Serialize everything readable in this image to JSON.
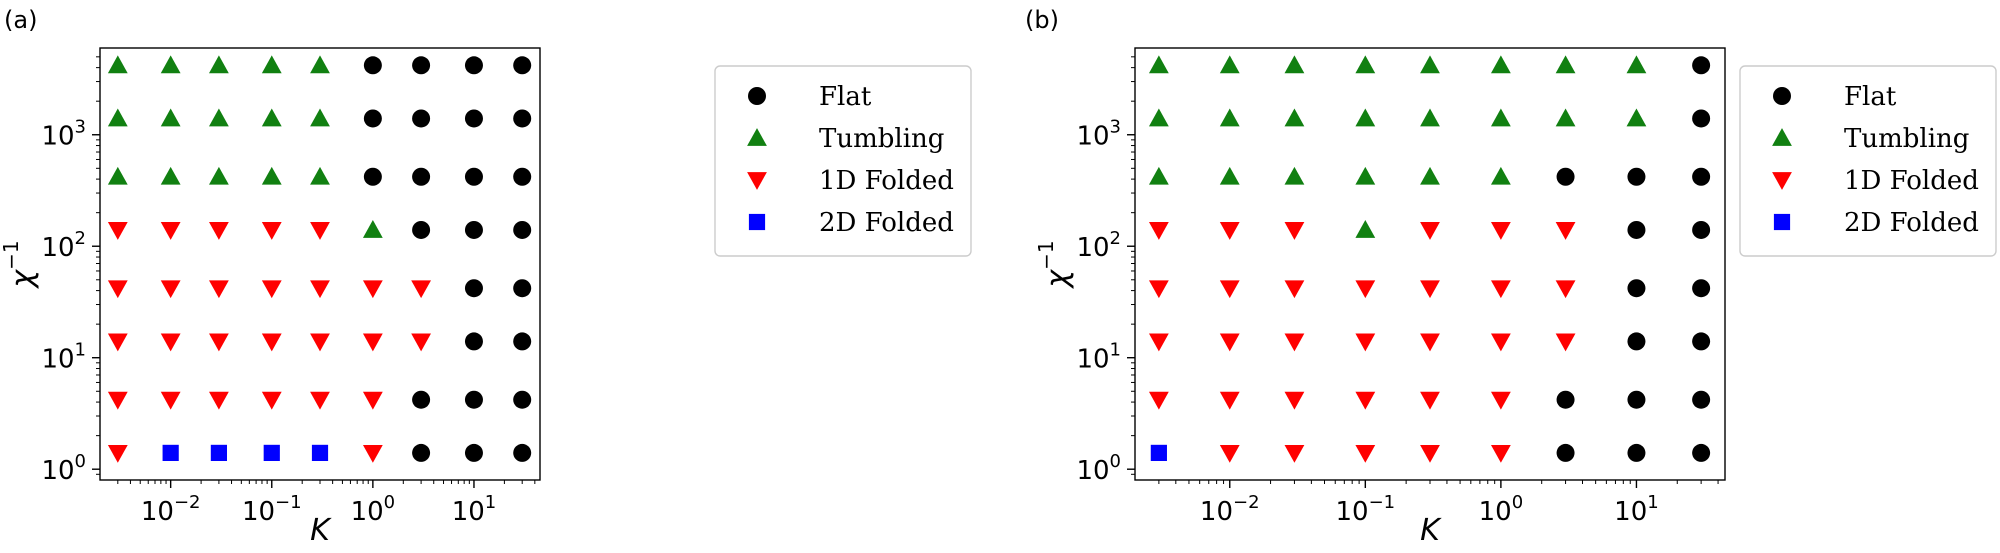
{
  "colors": {
    "Flat": "#000000",
    "Tumbling": "#118011",
    "1D Folded": "#ff0000",
    "2D Folded": "#0000ff"
  },
  "legend": [
    "Flat",
    "Tumbling",
    "1D Folded",
    "2D Folded"
  ],
  "chart_data": [
    {
      "type": "scatter",
      "panel": "(a)",
      "xlabel": "K",
      "ylabel": "χ",
      "ylabel_sup": "−1",
      "xscale": "log",
      "yscale": "log",
      "xlim": [
        0.002,
        45
      ],
      "ylim": [
        0.8,
        6000
      ],
      "xticks": [
        {
          "v": 0.01,
          "b": "10",
          "e": "−2"
        },
        {
          "v": 0.1,
          "b": "10",
          "e": "−1"
        },
        {
          "v": 1,
          "b": "10",
          "e": "0"
        },
        {
          "v": 10,
          "b": "10",
          "e": "1"
        }
      ],
      "yticks": [
        {
          "v": 1,
          "b": "10",
          "e": "0"
        },
        {
          "v": 10,
          "b": "10",
          "e": "1"
        },
        {
          "v": 100,
          "b": "10",
          "e": "2"
        },
        {
          "v": 1000,
          "b": "10",
          "e": "3"
        }
      ],
      "legend_position": "outside-right-top",
      "x": [
        0.003,
        0.01,
        0.03,
        0.1,
        0.3,
        1,
        3,
        10,
        30
      ],
      "y": [
        1.4,
        4.2,
        14,
        42,
        140,
        420,
        1400,
        4200
      ],
      "grid": [
        [
          "1D Folded",
          "2D Folded",
          "2D Folded",
          "2D Folded",
          "2D Folded",
          "1D Folded",
          "Flat",
          "Flat",
          "Flat"
        ],
        [
          "1D Folded",
          "1D Folded",
          "1D Folded",
          "1D Folded",
          "1D Folded",
          "1D Folded",
          "Flat",
          "Flat",
          "Flat"
        ],
        [
          "1D Folded",
          "1D Folded",
          "1D Folded",
          "1D Folded",
          "1D Folded",
          "1D Folded",
          "1D Folded",
          "Flat",
          "Flat"
        ],
        [
          "1D Folded",
          "1D Folded",
          "1D Folded",
          "1D Folded",
          "1D Folded",
          "1D Folded",
          "1D Folded",
          "Flat",
          "Flat"
        ],
        [
          "1D Folded",
          "1D Folded",
          "1D Folded",
          "1D Folded",
          "1D Folded",
          "Tumbling",
          "Flat",
          "Flat",
          "Flat"
        ],
        [
          "Tumbling",
          "Tumbling",
          "Tumbling",
          "Tumbling",
          "Tumbling",
          "Flat",
          "Flat",
          "Flat",
          "Flat"
        ],
        [
          "Tumbling",
          "Tumbling",
          "Tumbling",
          "Tumbling",
          "Tumbling",
          "Flat",
          "Flat",
          "Flat",
          "Flat"
        ],
        [
          "Tumbling",
          "Tumbling",
          "Tumbling",
          "Tumbling",
          "Tumbling",
          "Flat",
          "Flat",
          "Flat",
          "Flat"
        ]
      ]
    },
    {
      "type": "scatter",
      "panel": "(b)",
      "xlabel": "K",
      "ylabel": "χ",
      "ylabel_sup": "−1",
      "xscale": "log",
      "yscale": "log",
      "xlim": [
        0.002,
        45
      ],
      "ylim": [
        0.8,
        6000
      ],
      "xticks": [
        {
          "v": 0.01,
          "b": "10",
          "e": "−2"
        },
        {
          "v": 0.1,
          "b": "10",
          "e": "−1"
        },
        {
          "v": 1,
          "b": "10",
          "e": "0"
        },
        {
          "v": 10,
          "b": "10",
          "e": "1"
        }
      ],
      "yticks": [
        {
          "v": 1,
          "b": "10",
          "e": "0"
        },
        {
          "v": 10,
          "b": "10",
          "e": "1"
        },
        {
          "v": 100,
          "b": "10",
          "e": "2"
        },
        {
          "v": 1000,
          "b": "10",
          "e": "3"
        }
      ],
      "legend_position": "outside-right-top",
      "x": [
        0.003,
        0.01,
        0.03,
        0.1,
        0.3,
        1,
        3,
        10,
        30
      ],
      "y": [
        1.4,
        4.2,
        14,
        42,
        140,
        420,
        1400,
        4200
      ],
      "grid": [
        [
          "2D Folded",
          "1D Folded",
          "1D Folded",
          "1D Folded",
          "1D Folded",
          "1D Folded",
          "Flat",
          "Flat",
          "Flat"
        ],
        [
          "1D Folded",
          "1D Folded",
          "1D Folded",
          "1D Folded",
          "1D Folded",
          "1D Folded",
          "Flat",
          "Flat",
          "Flat"
        ],
        [
          "1D Folded",
          "1D Folded",
          "1D Folded",
          "1D Folded",
          "1D Folded",
          "1D Folded",
          "1D Folded",
          "Flat",
          "Flat"
        ],
        [
          "1D Folded",
          "1D Folded",
          "1D Folded",
          "1D Folded",
          "1D Folded",
          "1D Folded",
          "1D Folded",
          "Flat",
          "Flat"
        ],
        [
          "1D Folded",
          "1D Folded",
          "1D Folded",
          "Tumbling",
          "1D Folded",
          "1D Folded",
          "1D Folded",
          "Flat",
          "Flat"
        ],
        [
          "Tumbling",
          "Tumbling",
          "Tumbling",
          "Tumbling",
          "Tumbling",
          "Tumbling",
          "Flat",
          "Flat",
          "Flat"
        ],
        [
          "Tumbling",
          "Tumbling",
          "Tumbling",
          "Tumbling",
          "Tumbling",
          "Tumbling",
          "Tumbling",
          "Tumbling",
          "Flat"
        ],
        [
          "Tumbling",
          "Tumbling",
          "Tumbling",
          "Tumbling",
          "Tumbling",
          "Tumbling",
          "Tumbling",
          "Tumbling",
          "Flat"
        ]
      ]
    }
  ]
}
